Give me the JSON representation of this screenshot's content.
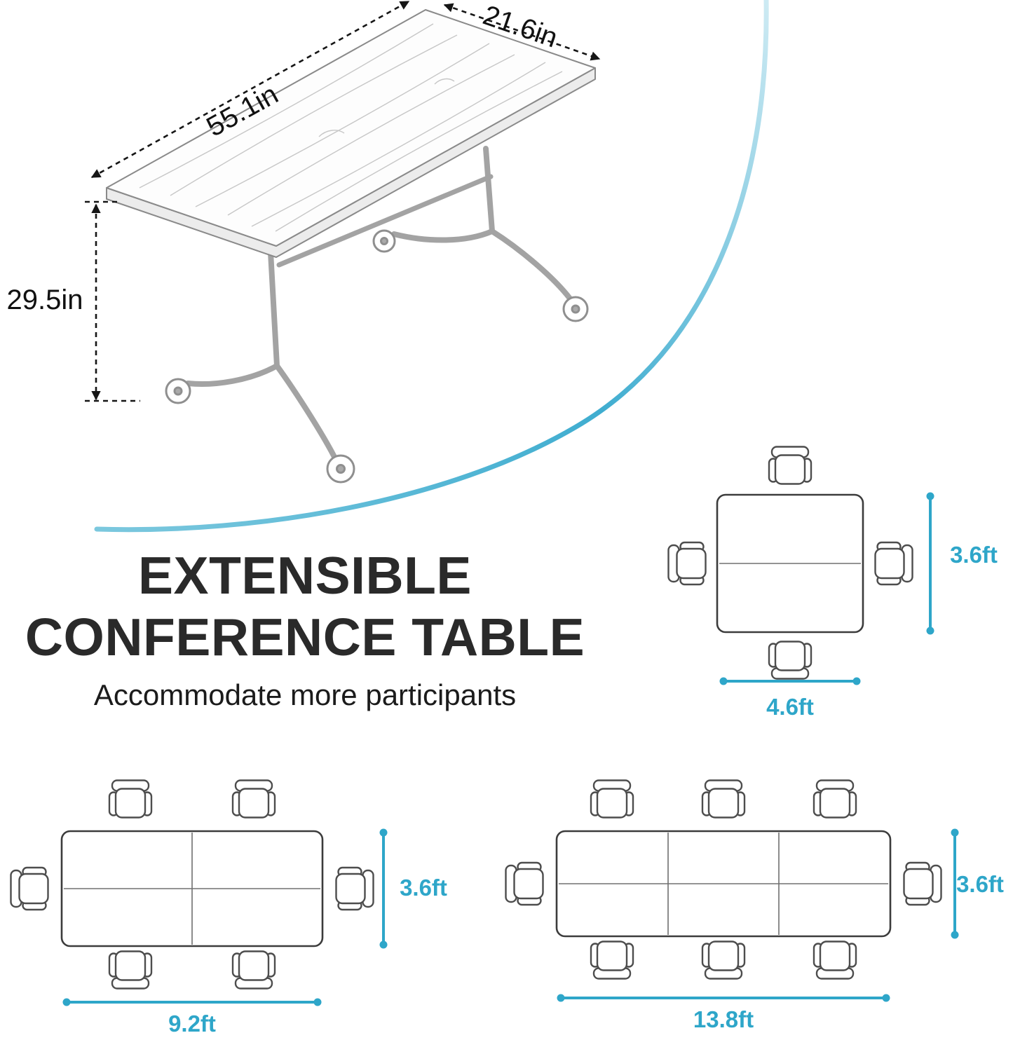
{
  "illustration": {
    "length_label": "55.1in",
    "depth_label": "21.6in",
    "height_label": "29.5in"
  },
  "heading": {
    "title_line1": "EXTENSIBLE",
    "title_line2": "CONFERENCE TABLE",
    "subtitle": "Accommodate more participants"
  },
  "floor_plans": [
    {
      "name": "single table",
      "table_sections": 1,
      "chairs": 4,
      "width_label": "4.6ft",
      "depth_label": "3.6ft"
    },
    {
      "name": "two tables combined",
      "table_sections": 2,
      "chairs": 6,
      "width_label": "9.2ft",
      "depth_label": "3.6ft"
    },
    {
      "name": "three tables combined",
      "table_sections": 3,
      "chairs": 8,
      "width_label": "13.8ft",
      "depth_label": "3.6ft"
    }
  ],
  "colors": {
    "accent_teal": "#2ea6c9",
    "drawing_gray": "#8f8f8f",
    "text_black": "#1c1c1c"
  }
}
